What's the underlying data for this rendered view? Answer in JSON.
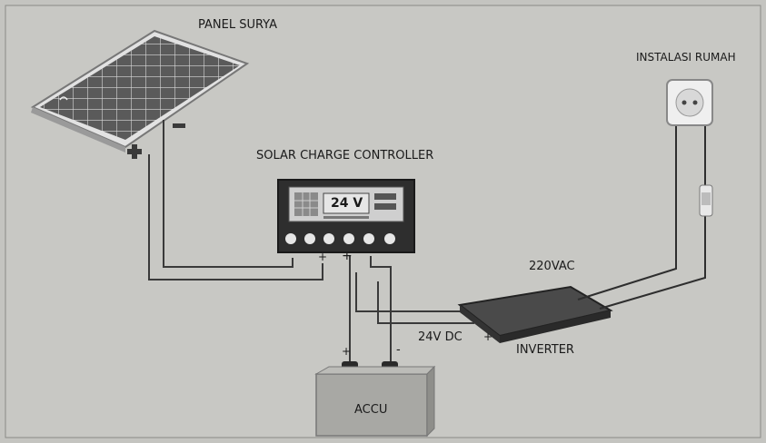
{
  "labels": {
    "panel": "PANEL SURYA",
    "controller": "SOLAR CHARGE CONTROLLER",
    "house": "INSTALASI RUMAH",
    "ac": "220VAC",
    "dc": "24V DC",
    "inverter": "INVERTER",
    "battery": "ACCU",
    "display": "24 V"
  },
  "symbols": {
    "plus": "+",
    "minus": "-"
  },
  "colors": {
    "background": "#c4c4c0",
    "wire": "#3a3a3a",
    "device": "#2a2a2a"
  }
}
